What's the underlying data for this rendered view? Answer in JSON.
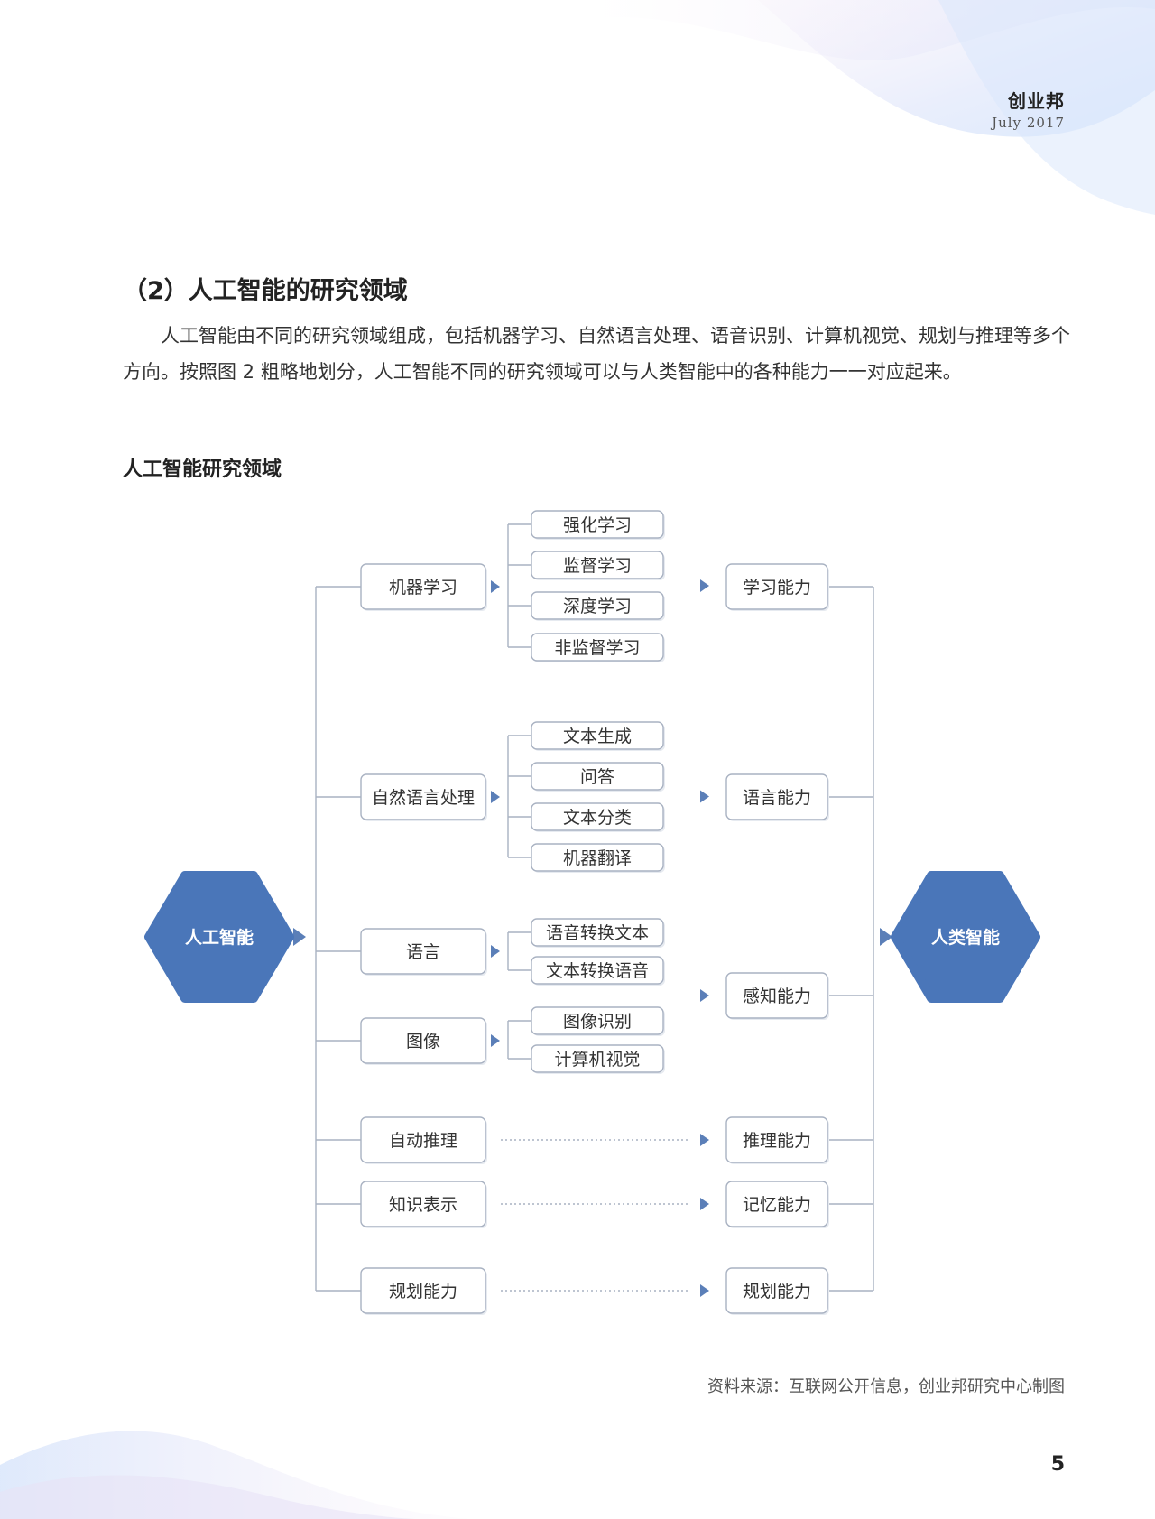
{
  "header": {
    "brand": "创业邦",
    "date": "July 2017"
  },
  "section": {
    "heading": "（2）人工智能的研究领域",
    "paragraph": "人工智能由不同的研究领域组成，包括机器学习、自然语言处理、语音识别、计算机视觉、规划与推理等多个方向。按照图 2 粗略地划分，人工智能不同的研究领域可以与人类智能中的各种能力一一对应起来。"
  },
  "figure": {
    "title": "人工智能研究领域",
    "root": "人工智能",
    "target": "人类智能",
    "branches": [
      {
        "label": "机器学习",
        "subs": [
          "强化学习",
          "监督学习",
          "深度学习",
          "非监督学习"
        ]
      },
      {
        "label": "自然语言处理",
        "subs": [
          "文本生成",
          "问答",
          "文本分类",
          "机器翻译"
        ]
      },
      {
        "label": "语言",
        "subs": [
          "语音转换文本",
          "文本转换语音"
        ]
      },
      {
        "label": "图像",
        "subs": [
          "图像识别",
          "计算机视觉"
        ]
      },
      {
        "label": "自动推理",
        "subs": []
      },
      {
        "label": "知识表示",
        "subs": []
      },
      {
        "label": "规划能力",
        "subs": []
      }
    ],
    "abilities": [
      "学习能力",
      "语言能力",
      "感知能力",
      "推理能力",
      "记忆能力",
      "规划能力"
    ],
    "source": "资料来源：互联网公开信息，创业邦研究中心制图"
  },
  "page_number": "5",
  "colors": {
    "hexagon": "#4a76b9",
    "arrow": "#5b7fb8",
    "border": "#a9b2c2"
  }
}
